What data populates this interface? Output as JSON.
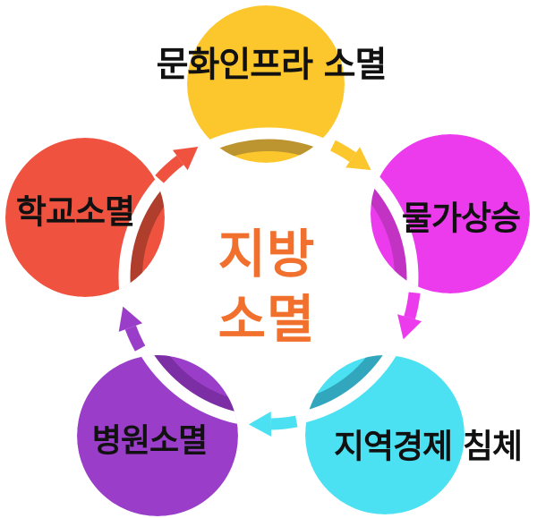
{
  "diagram": {
    "type": "cycle",
    "direction": "clockwise",
    "background": "#ffffff",
    "node_text_color": "#111111"
  },
  "center": {
    "line1": "지방",
    "line2": "소멸",
    "color": "#F1702D"
  },
  "nodes": [
    {
      "id": "culture-infra",
      "label": "문화인프라 소멸",
      "color": "#FCC72D",
      "dark_color": "#BC9430"
    },
    {
      "id": "price-rise",
      "label": "물가상승",
      "color": "#EB3BED",
      "dark_color": "#C233C4"
    },
    {
      "id": "local-economy",
      "label": "지역경제 침체",
      "color": "#4BE1F2",
      "dark_color": "#31A6BC"
    },
    {
      "id": "hospital-loss",
      "label": "병원소멸",
      "color": "#9A3DC8",
      "dark_color": "#7C2FA4"
    },
    {
      "id": "school-loss",
      "label": "학교소멸",
      "color": "#EF5340",
      "dark_color": "#B03E2D"
    }
  ],
  "arrows": [
    {
      "from": "school-loss",
      "to": "culture-infra"
    },
    {
      "from": "culture-infra",
      "to": "price-rise"
    },
    {
      "from": "price-rise",
      "to": "local-economy"
    },
    {
      "from": "local-economy",
      "to": "hospital-loss"
    },
    {
      "from": "hospital-loss",
      "to": "school-loss"
    }
  ]
}
